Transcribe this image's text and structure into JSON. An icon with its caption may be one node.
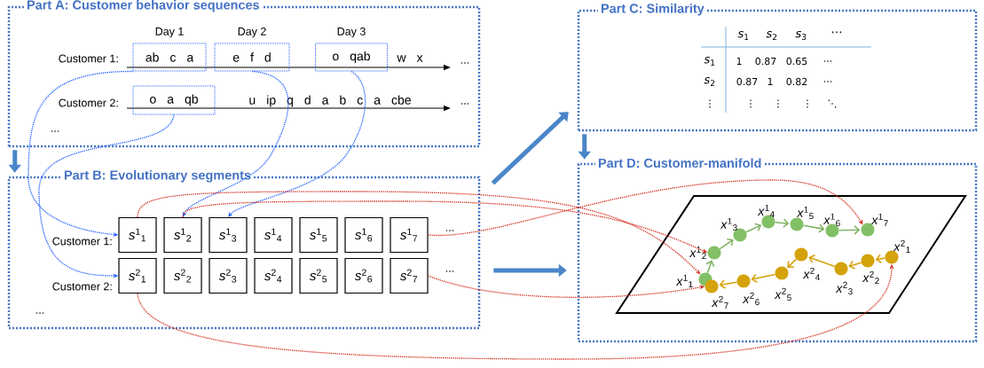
{
  "diagram": {
    "nodes": [
      {
        "text": [
          "Part A: Customer behavior sequences"
        ]
      },
      {
        "text": [
          "ab c a"
        ],
        "in": 0,
        "beside": [
          "Day 1"
        ]
      },
      {
        "text": [
          "e f d"
        ],
        "in": 0,
        "beside": [
          "Day 2"
        ]
      },
      {
        "text": [
          "o qab"
        ],
        "in": 0,
        "beside": [
          "Day 3"
        ]
      },
      {
        "text": [
          "o a qb"
        ],
        "in": 0
      },
      {
        "text": [
          "Part B: Evolutionary segments"
        ]
      },
      {
        "text": [
          "*s*$^{1}$$_{1}$"
        ],
        "in": 5
      },
      {
        "text": [
          "*s*$^{1}$$_{2}$"
        ],
        "in": 5
      },
      {
        "text": [
          "*s*$^{1}$$_{3}$"
        ],
        "in": 5
      },
      {
        "text": [
          "*s*$^{1}$$_{4}$"
        ],
        "in": 5
      },
      {
        "text": [
          "*s*$^{1}$$_{5}$"
        ],
        "in": 5
      },
      {
        "text": [
          "*s*$^{1}$$_{6}$"
        ],
        "in": 5
      },
      {
        "text": [
          "*s*$^{1}$$_{7}$"
        ],
        "in": 5
      },
      {
        "text": [
          "*s*$^{2}$$_{1}$"
        ],
        "in": 5
      },
      {
        "text": [
          "*s*$^{2}$$_{2}$"
        ],
        "in": 5
      },
      {
        "text": [
          "*s*$^{2}$$_{3}$"
        ],
        "in": 5
      },
      {
        "text": [
          "*s*$^{2}$$_{4}$"
        ],
        "in": 5
      },
      {
        "text": [
          "*s*$^{2}$$_{5}$"
        ],
        "in": 5
      },
      {
        "text": [
          "*s*$^{2}$$_{6}$"
        ],
        "in": 5
      },
      {
        "text": [
          "*s*$^{2}$$_{7}$"
        ],
        "in": 5
      },
      {
        "text": [
          "Part C: Similarity"
        ]
      },
      {
        "text": [
          "Part D: Customer-manifold"
        ]
      },
      {
        "text": [],
        "shape": "circle",
        "in": 21,
        "beside": [
          "*x*$^{1}$$_{1}$"
        ]
      },
      {
        "text": [],
        "shape": "circle",
        "in": 21,
        "beside": [
          "*x*$^{1}$$_{2}$"
        ]
      },
      {
        "text": [],
        "shape": "circle",
        "in": 21,
        "beside": [
          "*x*$^{1}$$_{3}$"
        ]
      },
      {
        "text": [],
        "shape": "circle",
        "in": 21,
        "beside": [
          "*x*$^{1}$$_{4}$"
        ]
      },
      {
        "text": [],
        "shape": "circle",
        "in": 21,
        "beside": [
          "*x*$^{1}$$_{5}$"
        ]
      },
      {
        "text": [],
        "shape": "circle",
        "in": 21,
        "beside": [
          "*x*$^{1}$$_{6}$"
        ]
      },
      {
        "text": [],
        "shape": "circle",
        "in": 21,
        "beside": [
          "*x*$^{1}$$_{7}$"
        ]
      },
      {
        "text": [],
        "shape": "circle",
        "in": 21,
        "beside": [
          "*x*$^{2}$$_{1}$"
        ]
      },
      {
        "text": [],
        "shape": "circle",
        "in": 21,
        "beside": [
          "*x*$^{2}$$_{2}$"
        ]
      },
      {
        "text": [],
        "shape": "circle",
        "in": 21,
        "beside": [
          "*x*$^{2}$$_{3}$"
        ]
      },
      {
        "text": [],
        "shape": "circle",
        "in": 21,
        "beside": [
          "*x*$^{2}$$_{4}$"
        ]
      },
      {
        "text": [],
        "shape": "circle",
        "in": 21,
        "beside": [
          "*x*$^{2}$$_{5}$"
        ]
      },
      {
        "text": [],
        "shape": "circle",
        "in": 21,
        "beside": [
          "*x*$^{2}$$_{6}$"
        ]
      },
      {
        "text": [],
        "shape": "circle",
        "in": 21,
        "beside": [
          "*x*$^{2}$$_{7}$"
        ]
      }
    ],
    "edges": [
      {
        "from": 0,
        "to": 5,
        "arrow": "to",
        "style": "thick",
        "color": "#4a86c8"
      },
      {
        "from": 5,
        "to": 20,
        "arrow": "to",
        "style": "thick",
        "color": "#4a86c8"
      },
      {
        "from": 20,
        "to": 21,
        "arrow": "to",
        "style": "thick",
        "color": "#4a86c8"
      },
      {
        "from": 5,
        "to": 21,
        "arrow": "to",
        "style": "thick",
        "color": "#4a86c8"
      },
      {
        "from": 1,
        "to": 6,
        "arrow": "to",
        "style": "dashed",
        "color": "#1f5fff"
      },
      {
        "from": 4,
        "to": 13,
        "arrow": "to",
        "style": "dashed",
        "color": "#1f5fff"
      },
      {
        "from": 2,
        "to": 7,
        "arrow": "to",
        "style": "dashed",
        "color": "#1f5fff"
      },
      {
        "from": 3,
        "to": 8,
        "arrow": "to",
        "style": "dashed",
        "color": "#1f5fff"
      },
      {
        "from": 6,
        "to": 22,
        "arrow": "to",
        "style": "dashed",
        "color": "#d42a1a"
      },
      {
        "from": 7,
        "to": 23,
        "arrow": "to",
        "style": "dashed",
        "color": "#d42a1a"
      },
      {
        "from": 12,
        "to": 28,
        "arrow": "to",
        "style": "dashed",
        "color": "#d42a1a"
      },
      {
        "from": 19,
        "to": 35,
        "arrow": "to",
        "style": "dashed",
        "color": "#d42a1a"
      },
      {
        "from": 13,
        "to": 29,
        "arrow": "to",
        "style": "dashed",
        "color": "#d42a1a"
      },
      {
        "from": 22,
        "to": 23,
        "arrow": "to",
        "color": "#82b366"
      },
      {
        "from": 23,
        "to": 24,
        "arrow": "to",
        "color": "#82b366"
      },
      {
        "from": 24,
        "to": 25,
        "arrow": "to",
        "color": "#82b366"
      },
      {
        "from": 25,
        "to": 26,
        "arrow": "to",
        "color": "#82b366"
      },
      {
        "from": 26,
        "to": 27,
        "arrow": "to",
        "color": "#82b366"
      },
      {
        "from": 27,
        "to": 28,
        "arrow": "to",
        "color": "#82b366"
      },
      {
        "from": 29,
        "to": 30,
        "arrow": "to",
        "color": "#d4a20a"
      },
      {
        "from": 30,
        "to": 31,
        "arrow": "to",
        "color": "#d4a20a"
      },
      {
        "from": 31,
        "to": 32,
        "arrow": "to",
        "color": "#d4a20a"
      },
      {
        "from": 32,
        "to": 33,
        "arrow": "to",
        "color": "#d4a20a"
      },
      {
        "from": 33,
        "to": 34,
        "arrow": "to",
        "color": "#d4a20a"
      },
      {
        "from": 34,
        "to": 35,
        "arrow": "to",
        "color": "#d4a20a"
      }
    ],
    "labels": [
      "Customer 1:",
      "w x",
      "...",
      "Customer 2:",
      "u ip q d a b c a cbe",
      "...",
      "...",
      "Customer 1:",
      "...",
      "Customer 2:",
      "...",
      "...",
      "*s*$_{1}$",
      "*s*$_{2}$",
      "*s*$_{3}$",
      "⋯",
      "*s*$_{1}$",
      "1",
      "0.87",
      "0.65",
      "...",
      "*s*$_{2}$",
      "0.87",
      "1",
      "0.82",
      "...",
      "⋮",
      "⋮",
      "⋮",
      "⋮",
      "⋱"
    ]
  }
}
